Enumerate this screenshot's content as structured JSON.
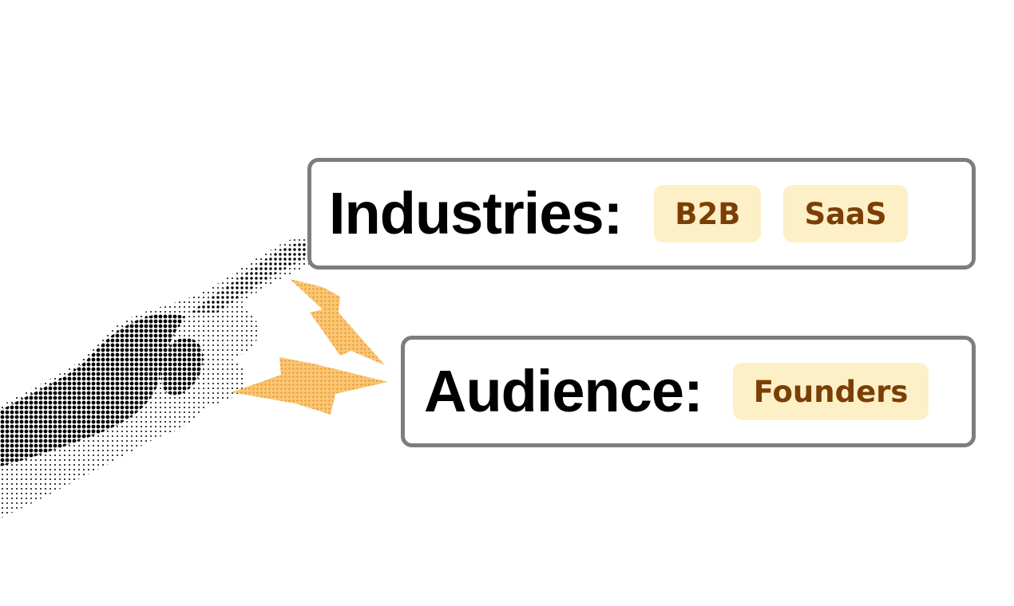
{
  "cards": [
    {
      "label": "Industries:",
      "tags": [
        "B2B",
        "SaaS"
      ]
    },
    {
      "label": "Audience:",
      "tags": [
        "Founders"
      ]
    }
  ],
  "colors": {
    "card_border": "#7d7d7d",
    "tag_background": "#fdefc6",
    "tag_text": "#7a3f05",
    "spark": "#f6b651",
    "hand": "#000000"
  },
  "illustration": {
    "hand_icon": "pointing-hand-halftone",
    "spark_icon": "lightning-bolt"
  }
}
